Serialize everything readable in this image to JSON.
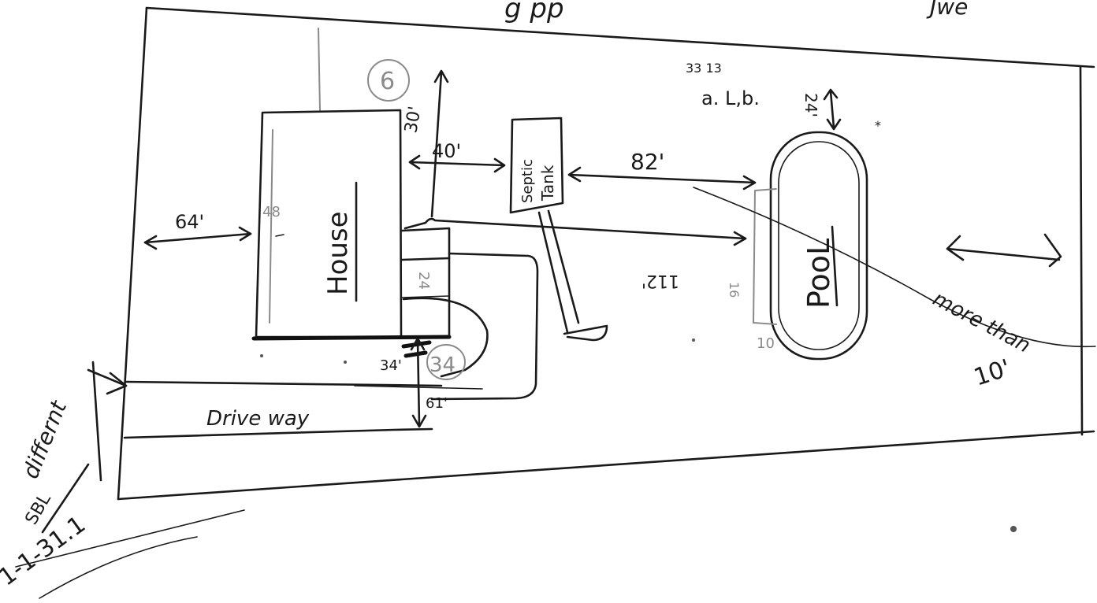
{
  "header_text": {
    "top_scribble": "g pp",
    "top_right_scribble": "Jwe"
  },
  "labels": {
    "house": "House",
    "house_depth": "48",
    "septic": "Septic",
    "tank": "Tank",
    "pool": "PooL",
    "drive_way": "Drive way",
    "circled_lot": "6",
    "circled_34": "34",
    "lot_ref": "a. L,b.",
    "scribble_top": "33 13",
    "more_than": "more than",
    "more_than_value": "10'",
    "different": "differnt",
    "sbl": "SBL",
    "sbl_number": "1-1-31.1",
    "pool_side": "16",
    "pool_bottom": "10"
  },
  "dimensions": {
    "left_setback": "64'",
    "house_to_septic": "40'",
    "house_to_top": "30'",
    "septic_to_pool": "82'",
    "house_to_pool": "112'",
    "pool_to_top": "24'",
    "garage_depth": "24",
    "house_to_road": "34'",
    "drive_to_road": "61'"
  },
  "colors": {
    "ink": "#1a1a1a",
    "faint_ink": "#8a8a8a",
    "paper": "#ffffff"
  }
}
